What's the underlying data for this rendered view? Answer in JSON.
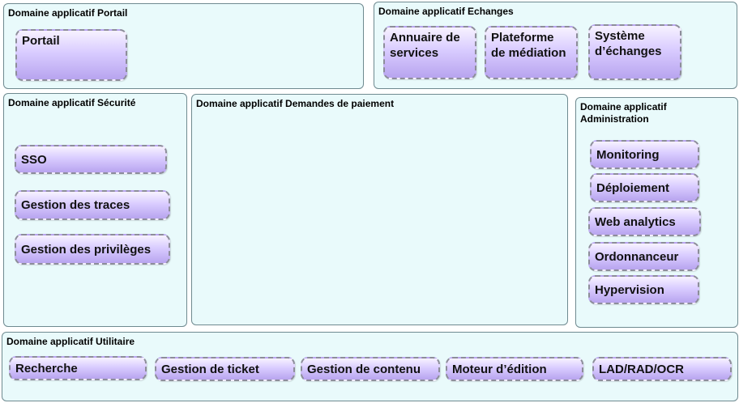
{
  "domains": {
    "portail": {
      "title": "Domaine applicatif Portail",
      "components": [
        "Portail"
      ]
    },
    "echanges": {
      "title": "Domaine applicatif Echanges",
      "components": [
        "Annuaire de\nservices",
        "Plateforme\nde médiation",
        "Système\nd’échanges"
      ]
    },
    "securite": {
      "title": "Domaine applicatif Sécurité",
      "components": [
        "SSO",
        "Gestion des traces",
        "Gestion des privilèges"
      ]
    },
    "paiement": {
      "title": "Domaine applicatif Demandes de paiement",
      "components": []
    },
    "administration": {
      "title": "Domaine applicatif\nAdministration",
      "components": [
        "Monitoring",
        "Déploiement",
        "Web analytics",
        "Ordonnanceur",
        "Hypervision"
      ]
    },
    "utilitaire": {
      "title": "Domaine applicatif Utilitaire",
      "components": [
        "Recherche",
        "Gestion de ticket",
        "Gestion de contenu",
        "Moteur d’édition",
        "LAD/RAD/OCR"
      ]
    }
  },
  "colors": {
    "domain_fill": "#e9fafb",
    "domain_border": "#6f8a90",
    "component_fill_top": "#f7f2ff",
    "component_fill_bottom": "#b8a4ef",
    "component_border": "#8d8d9a"
  }
}
